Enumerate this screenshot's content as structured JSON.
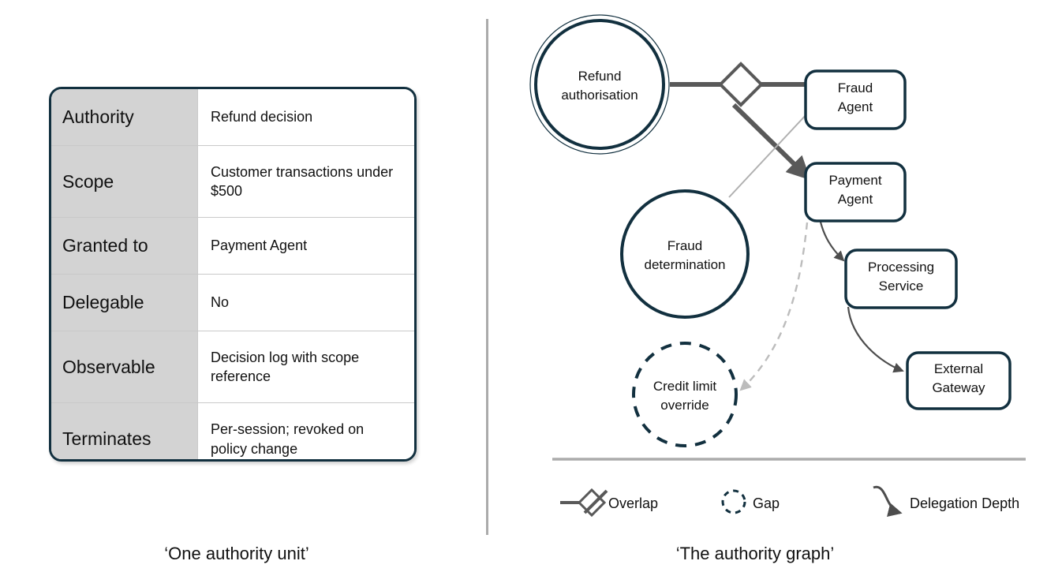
{
  "panels": {
    "left": {
      "caption": "‘One authority unit’",
      "table": {
        "rows": [
          {
            "label": "Authority",
            "value": "Refund decision"
          },
          {
            "label": "Scope",
            "value": "Customer transactions under $500"
          },
          {
            "label": "Granted to",
            "value": "Payment Agent"
          },
          {
            "label": "Delegable",
            "value": "No"
          },
          {
            "label": "Observable",
            "value": "Decision log with scope reference"
          },
          {
            "label": "Terminates",
            "value": "Per-session; revoked on policy change"
          }
        ]
      }
    },
    "right": {
      "caption": "‘The authority graph’",
      "nodes": {
        "refund_authorisation": {
          "label_line1": "Refund",
          "label_line2": "authorisation",
          "shape": "double-circle"
        },
        "fraud_determination": {
          "label_line1": "Fraud",
          "label_line2": "determination",
          "shape": "circle"
        },
        "credit_limit_override": {
          "label_line1": "Credit limit",
          "label_line2": "override",
          "shape": "dashed-circle"
        },
        "fraud_agent": {
          "label_line1": "Fraud",
          "label_line2": "Agent",
          "shape": "rounded-box"
        },
        "payment_agent": {
          "label_line1": "Payment",
          "label_line2": "Agent",
          "shape": "rounded-box"
        },
        "processing_service": {
          "label_line1": "Processing",
          "label_line2": "Service",
          "shape": "rounded-box"
        },
        "external_gateway": {
          "label_line1": "External",
          "label_line2": "Gateway",
          "shape": "rounded-box"
        }
      },
      "legend": [
        {
          "key": "overlap",
          "label": "Overlap"
        },
        {
          "key": "gap",
          "label": "Gap"
        },
        {
          "key": "delegation-depth",
          "label": "Delegation Depth"
        }
      ]
    }
  },
  "colors": {
    "navy": "#12303f",
    "label_cell_bg": "#d3d3d3",
    "row_divider": "#c9c9c9",
    "divider_gray": "#ababab",
    "edge_thick_gray": "#595959",
    "edge_thin_gray": "#b0b0b0",
    "edge_dashed_gray": "#bcbcbc",
    "arrow_dark": "#4d4d4d",
    "text": "#111111"
  }
}
